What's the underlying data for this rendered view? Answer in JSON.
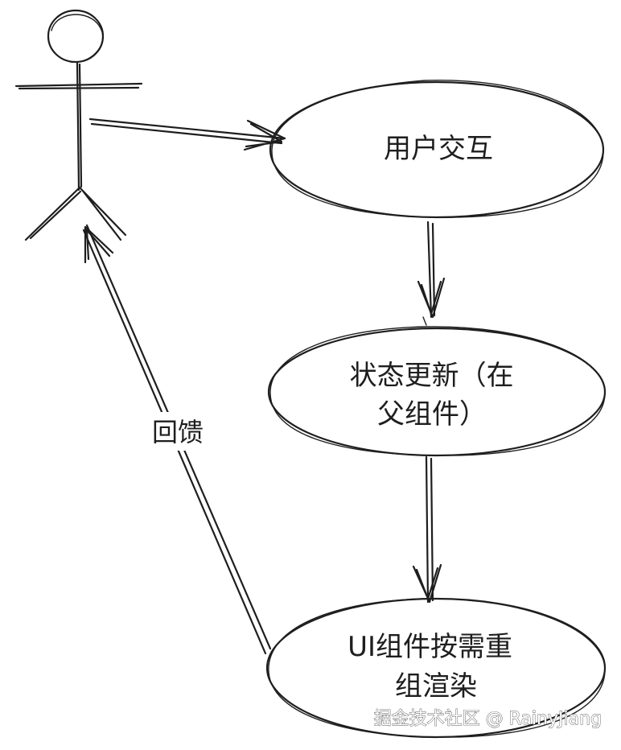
{
  "diagram": {
    "actor": {
      "name": ""
    },
    "nodes": [
      {
        "id": "user-interaction",
        "lines": [
          "用户交互"
        ]
      },
      {
        "id": "state-update",
        "lines": [
          "状态更新（在",
          "父组件）"
        ]
      },
      {
        "id": "ui-rerender",
        "lines": [
          "UI组件按需重",
          "组渲染"
        ]
      }
    ],
    "edges": [
      {
        "from": "actor",
        "to": "user-interaction",
        "label": ""
      },
      {
        "from": "user-interaction",
        "to": "state-update",
        "label": ""
      },
      {
        "from": "state-update",
        "to": "ui-rerender",
        "label": ""
      },
      {
        "from": "ui-rerender",
        "to": "actor",
        "label": "回馈"
      }
    ]
  },
  "watermark": "掘金技术社区 @ RainyJiang",
  "colors": {
    "stroke": "#1e1e1e",
    "background": "#ffffff"
  }
}
